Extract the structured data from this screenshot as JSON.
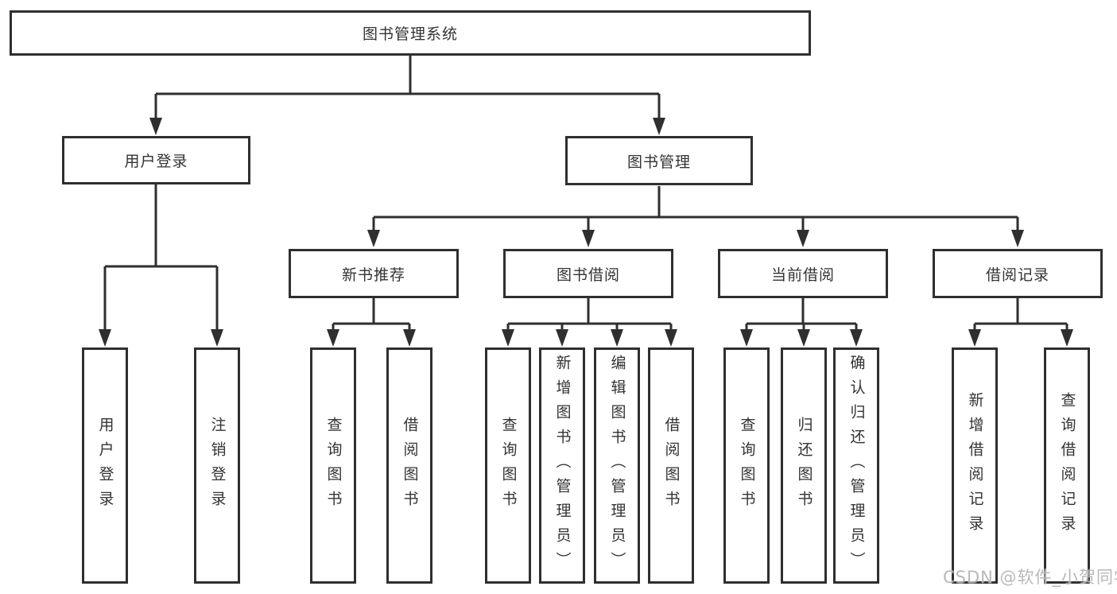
{
  "diagram": {
    "root": "图书管理系统",
    "level2": {
      "user_login": "用户登录",
      "book_mgmt": "图书管理"
    },
    "level3": {
      "new_books": "新书推荐",
      "book_borrow": "图书借阅",
      "current_borrow": "当前借阅",
      "borrow_records": "借阅记录"
    },
    "leaves": {
      "user_login": [
        "用户登录",
        "注销登录"
      ],
      "new_books": [
        "查询图书",
        "借阅图书"
      ],
      "book_borrow": [
        "查询图书",
        "新增图书（管理员）",
        "编辑图书（管理员）",
        "借阅图书"
      ],
      "current_borrow": [
        "查询图书",
        "归还图书",
        "确认归还（管理员）"
      ],
      "borrow_records": [
        "新增借阅记录",
        "查询借阅记录"
      ]
    }
  },
  "watermark": "CSDN @软件_小贺同学",
  "colors": {
    "line": "#2f2f2f",
    "box_border": "#2f2f2f",
    "text": "#333333",
    "background": "#ffffff",
    "watermark": "#b5b5b5"
  }
}
